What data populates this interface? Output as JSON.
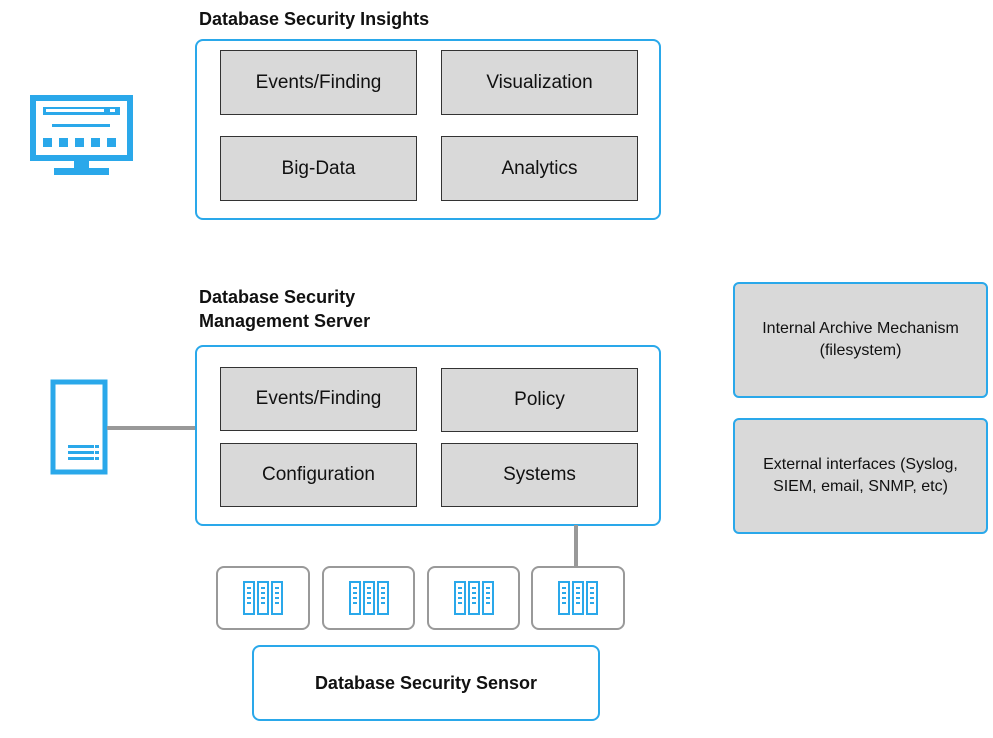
{
  "insights": {
    "title": "Database Security Insights",
    "cells": [
      "Events/Finding",
      "Visualization",
      "Big-Data",
      "Analytics"
    ]
  },
  "management": {
    "title_line1": "Database Security",
    "title_line2": "Management Server",
    "cells": [
      "Events/Finding",
      "Policy",
      "Configuration",
      "Systems"
    ]
  },
  "side": {
    "archive_line1": "Internal Archive Mechanism",
    "archive_line2": "(filesystem)",
    "external_line1": "External interfaces (Syslog,",
    "external_line2": "SIEM, email, SNMP, etc)"
  },
  "sensor": {
    "label": "Database Security Sensor"
  },
  "icons": {
    "monitor": "monitor-icon",
    "server": "server-tower-icon",
    "sensor": "server-rack-icon"
  },
  "colors": {
    "accent": "#2aa8ea",
    "cell_fill": "#d9d9d9",
    "connector": "#999999"
  }
}
